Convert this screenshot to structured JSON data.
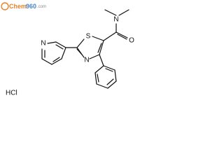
{
  "watermark": {
    "brand_chem": "Chem",
    "brand_number": "960",
    "brand_domain": ".com"
  },
  "atoms": {
    "sulfur": "S",
    "thiazole_nitrogen": "N",
    "amide_nitrogen": "N",
    "amide_oxygen": "O",
    "pyridine_nitrogen": "N"
  },
  "salt": "HCl",
  "colors": {
    "bond": "#111111",
    "watermark_chem": "#e8842b",
    "watermark_number": "#4a86c5"
  }
}
